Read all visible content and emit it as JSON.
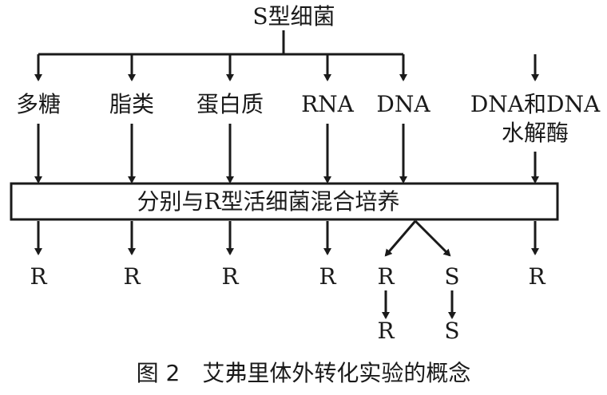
{
  "title": "S型细菌",
  "sources": [
    "多糖",
    "脂类",
    "蛋白质",
    "RNA",
    "DNA"
  ],
  "enzyme": {
    "line1": "DNA和DNA",
    "line2": "水解酶"
  },
  "box_label": "分别与R型活细菌混合培养",
  "results": [
    "R",
    "R",
    "R",
    "R",
    "R",
    "S",
    "R"
  ],
  "offspring": [
    "R",
    "S"
  ],
  "caption": "图 2　艾弗里体外转化实验的概念"
}
